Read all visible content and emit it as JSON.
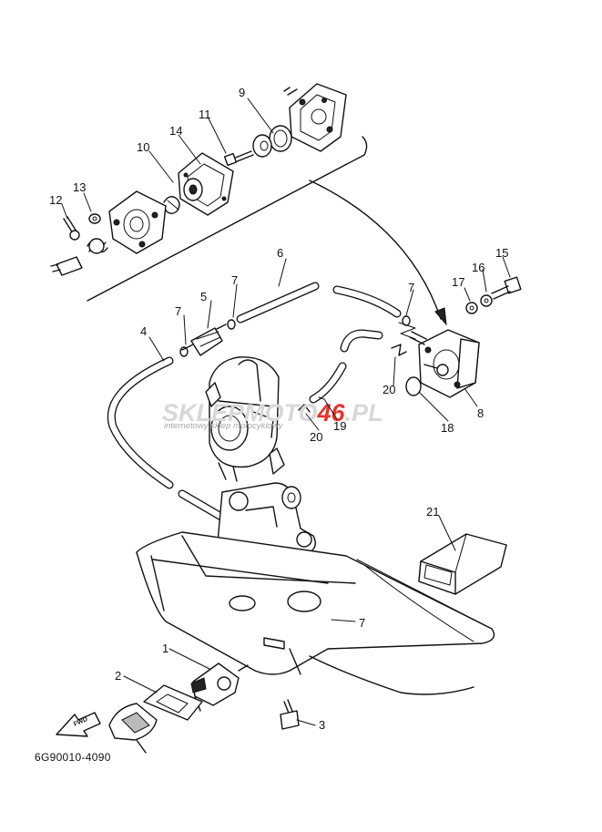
{
  "diagram_code": "6G90010-4090",
  "fwd_label": "FWD",
  "watermark": {
    "part1": "SKLEP",
    "part2": "MOTO",
    "part3": "46",
    "part4": ".PL",
    "tagline": "internetowy sklep motocyklowy"
  },
  "callouts": {
    "c1": "1",
    "c2": "2",
    "c3": "3",
    "c4": "4",
    "c5": "5",
    "c6": "6",
    "c7a": "7",
    "c7b": "7",
    "c7c": "7",
    "c7d": "7",
    "c8": "8",
    "c9": "9",
    "c10": "10",
    "c11": "11",
    "c12": "12",
    "c13": "13",
    "c14": "14",
    "c15": "15",
    "c16": "16",
    "c17": "17",
    "c18": "18",
    "c19": "19",
    "c20a": "20",
    "c20b": "20",
    "c21": "21"
  }
}
